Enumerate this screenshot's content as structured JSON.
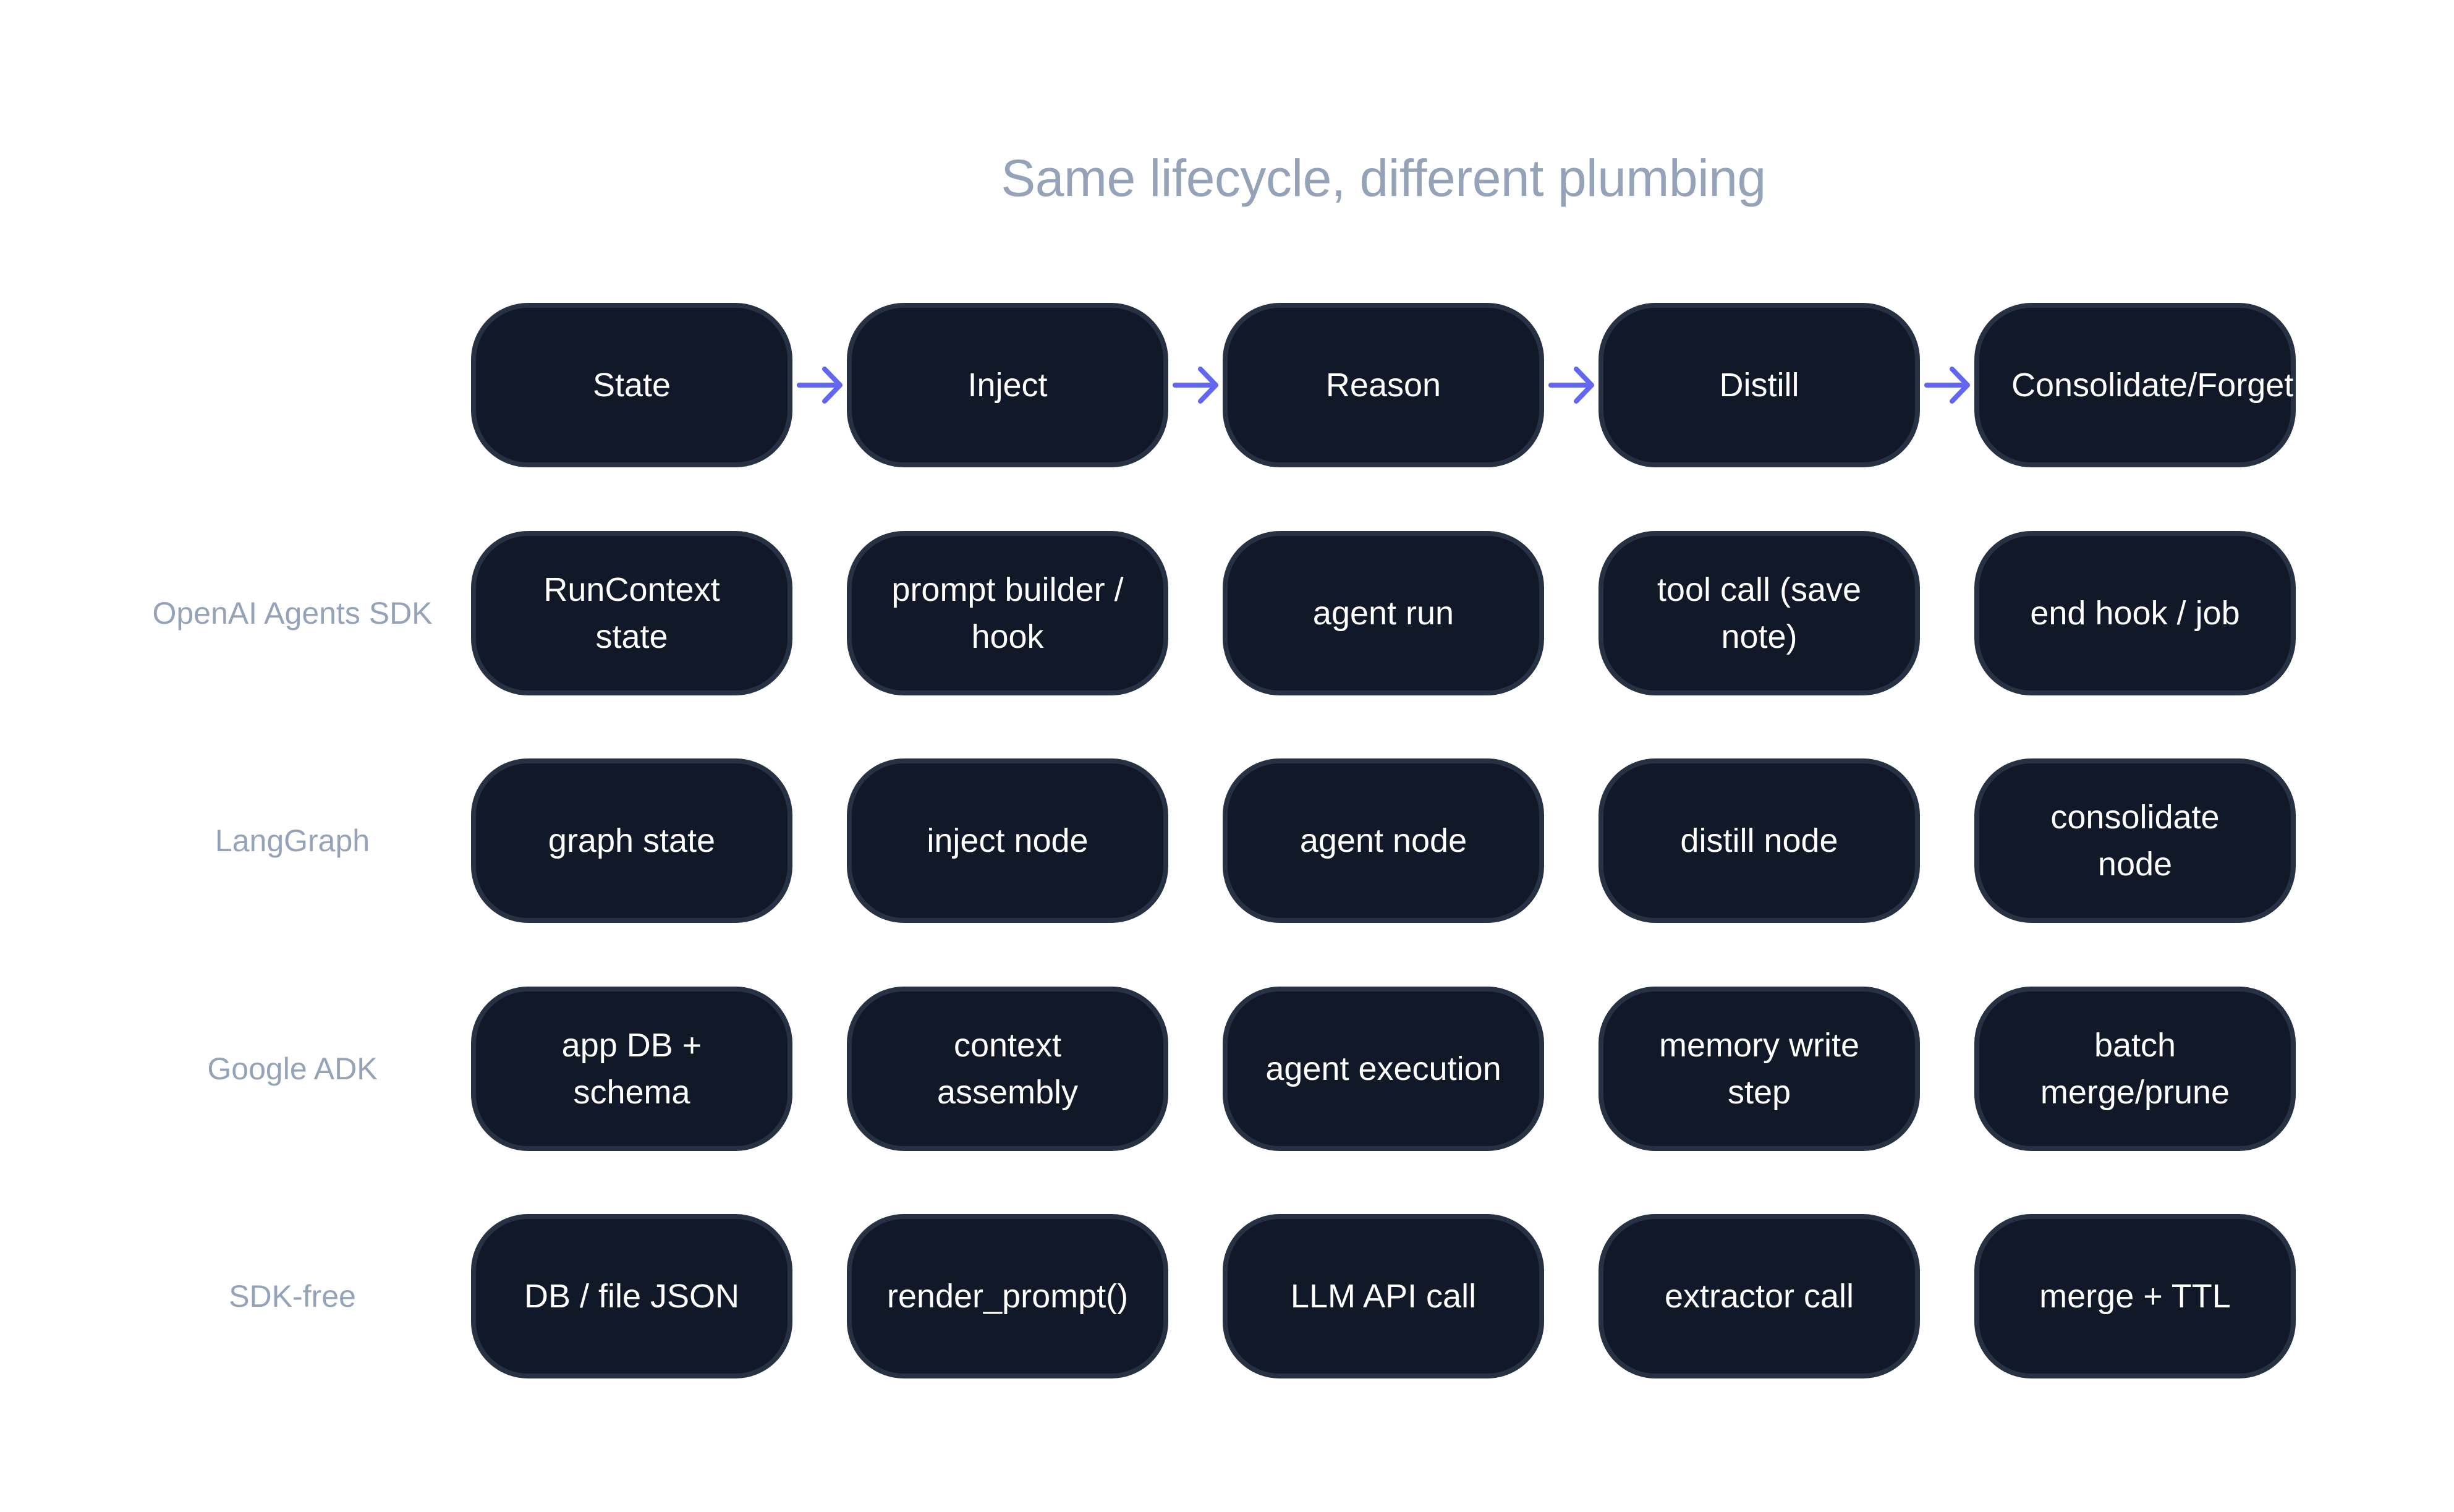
{
  "title": "Same lifecycle, different plumbing",
  "colors": {
    "node_fill": "#111827",
    "node_border": "#263143",
    "node_text": "#ffffff",
    "label_text": "#94a3b8",
    "arrow": "#6366f1",
    "background": "#ffffff"
  },
  "lifecycle": {
    "stages": [
      "State",
      "Inject",
      "Reason",
      "Distill",
      "Consolidate/Forget"
    ],
    "connector_icon": "arrow-right-icon"
  },
  "rows": [
    {
      "label": "OpenAI Agents SDK",
      "cells": [
        "RunContext state",
        "prompt builder / hook",
        "agent run",
        "tool call (save note)",
        "end hook / job"
      ]
    },
    {
      "label": "LangGraph",
      "cells": [
        "graph state",
        "inject node",
        "agent node",
        "distill node",
        "consolidate node"
      ]
    },
    {
      "label": "Google ADK",
      "cells": [
        "app DB + schema",
        "context assembly",
        "agent execution",
        "memory write step",
        "batch merge/prune"
      ]
    },
    {
      "label": "SDK-free",
      "cells": [
        "DB / file JSON",
        "render_prompt()",
        "LLM API call",
        "extractor call",
        "merge + TTL"
      ]
    }
  ]
}
